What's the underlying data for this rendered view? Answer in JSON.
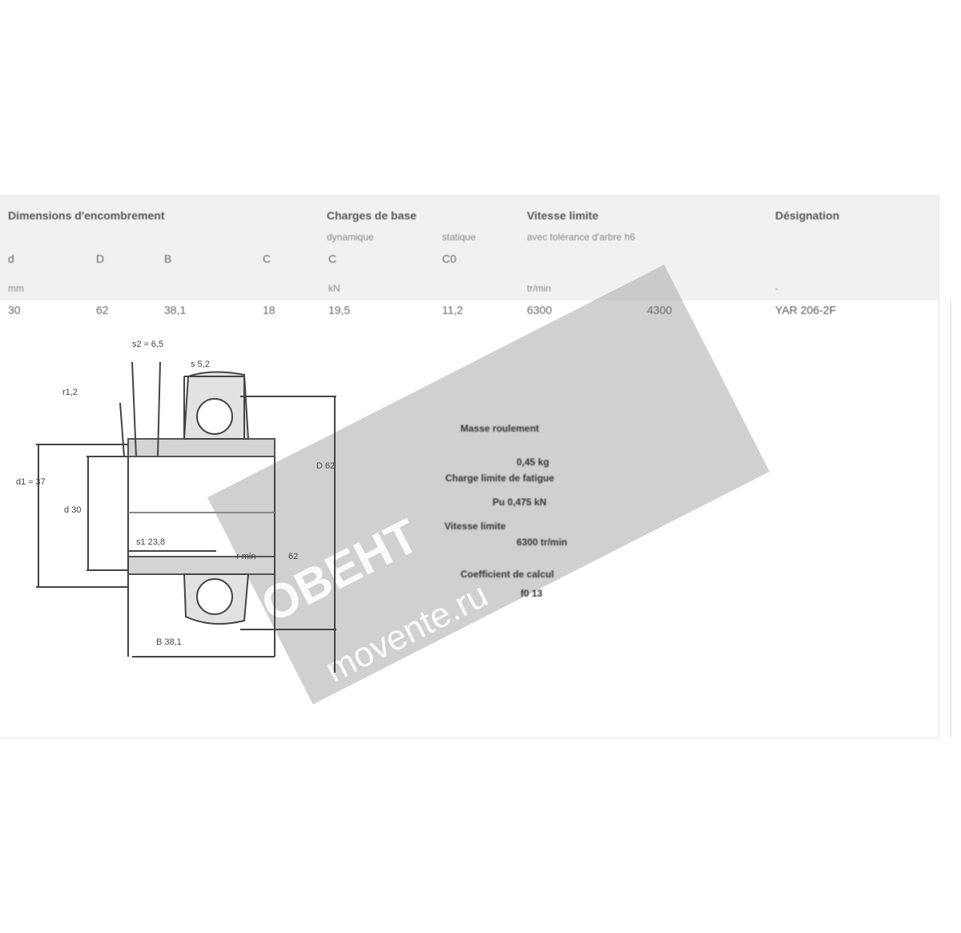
{
  "table": {
    "groups": {
      "dimensions": "Dimensions d'encombrement",
      "loads": "Charges de base",
      "loads_dynamic": "dynamique",
      "loads_static": "statique",
      "speed": "Vitesse limite",
      "speed_sub": "avec tolérance d'arbre h6",
      "designation": "Désignation"
    },
    "symbols": {
      "d": "d",
      "D": "D",
      "B": "B",
      "C": "C",
      "Cdyn": "C",
      "C0": "C0"
    },
    "units": {
      "mm": "mm",
      "kN": "kN",
      "speed": "tr/min",
      "designation": "-"
    },
    "row": {
      "d": "30",
      "D": "62",
      "B": "38,1",
      "C": "18",
      "Cdyn": "19,5",
      "C0": "11,2",
      "speed1": "6300",
      "speed2": "4300",
      "designation": "YAR 206-2F"
    }
  },
  "drawing": {
    "labels": {
      "s2": "s2 ≈ 6,5",
      "s": "s 5,2",
      "r": "r1,2",
      "d1": "d1 ≈ 37",
      "d": "d 30",
      "s1": "s1 23,8",
      "rmin": "r min",
      "Dlabel": "D 62",
      "Dval": "62",
      "B": "B 38,1"
    }
  },
  "info": [
    {
      "label": "Masse roulement",
      "value": "0,45 kg"
    },
    {
      "label": "Charge limite de fatigue",
      "value": "Pu 0,475 kN"
    },
    {
      "label": "Vitesse limite",
      "value": "6300 tr/min"
    },
    {
      "label": "Coefficient de calcul",
      "value": "f0 13"
    }
  ],
  "watermark": {
    "brand": "МОВЕНТ",
    "url": "movente.ru"
  }
}
